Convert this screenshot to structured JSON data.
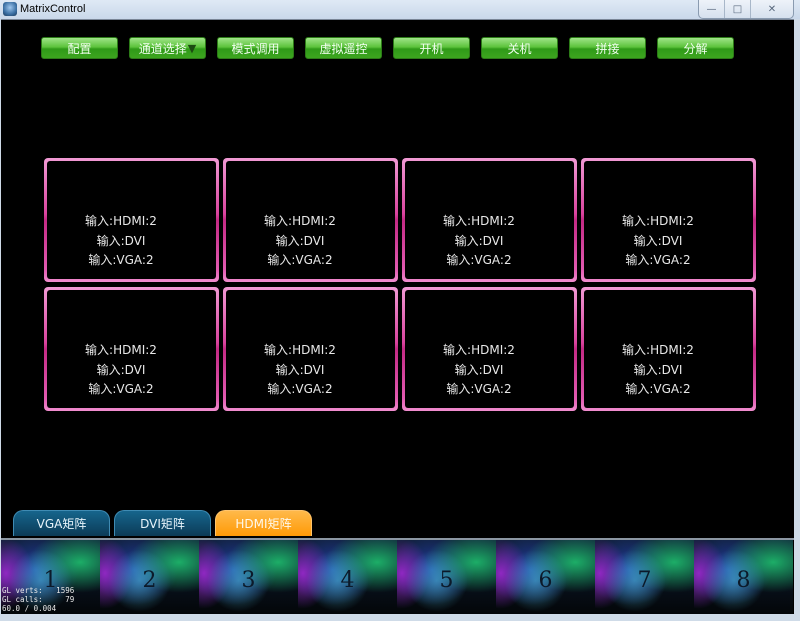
{
  "window": {
    "title": "MatrixControl",
    "controls": {
      "minimize": "—",
      "maximize": "□",
      "close": "✕"
    }
  },
  "toolbar": {
    "buttons": [
      {
        "label": "配置"
      },
      {
        "label": "通道选择",
        "caret": "▼"
      },
      {
        "label": "模式调用"
      },
      {
        "label": "虚拟遥控"
      },
      {
        "label": "开机"
      },
      {
        "label": "关机"
      },
      {
        "label": "拼接"
      },
      {
        "label": "分解"
      }
    ]
  },
  "grid": {
    "cells": [
      {
        "lines": [
          "输入:HDMI:2",
          "输入:DVI",
          "输入:VGA:2"
        ]
      },
      {
        "lines": [
          "输入:HDMI:2",
          "输入:DVI",
          "输入:VGA:2"
        ]
      },
      {
        "lines": [
          "输入:HDMI:2",
          "输入:DVI",
          "输入:VGA:2"
        ]
      },
      {
        "lines": [
          "输入:HDMI:2",
          "输入:DVI",
          "输入:VGA:2"
        ]
      },
      {
        "lines": [
          "输入:HDMI:2",
          "输入:DVI",
          "输入:VGA:2"
        ]
      },
      {
        "lines": [
          "输入:HDMI:2",
          "输入:DVI",
          "输入:VGA:2"
        ]
      },
      {
        "lines": [
          "输入:HDMI:2",
          "输入:DVI",
          "输入:VGA:2"
        ]
      },
      {
        "lines": [
          "输入:HDMI:2",
          "输入:DVI",
          "输入:VGA:2"
        ]
      }
    ]
  },
  "tabs": [
    {
      "label": "VGA矩阵",
      "active": false
    },
    {
      "label": "DVI矩阵",
      "active": false
    },
    {
      "label": "HDMI矩阵",
      "active": true
    }
  ],
  "channels": [
    "1",
    "2",
    "3",
    "4",
    "5",
    "6",
    "7",
    "8"
  ],
  "debug_stats": {
    "verts": "GL verts:   1596",
    "calls": "GL calls:     79",
    "fps": "60.0 / 0.004"
  },
  "colors": {
    "button_green": "#4fb82f",
    "cell_border_pink": "#d9449e",
    "tab_blue": "#0c3b57",
    "tab_active_orange": "#ff9a06"
  }
}
